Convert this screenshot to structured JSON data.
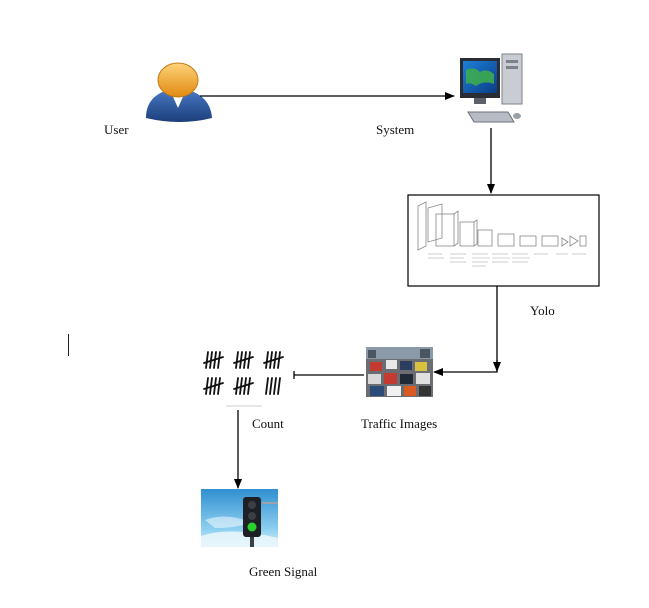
{
  "labels": {
    "user": "User",
    "system": "System",
    "yolo": "Yolo",
    "traffic_images": "Traffic Images",
    "count": "Count",
    "green_signal": "Green Signal"
  },
  "icons": {
    "user": "user-avatar-icon",
    "system": "desktop-computer-icon",
    "yolo": "yolo-network-diagram",
    "traffic": "traffic-jam-photo",
    "count": "tally-marks-icon",
    "signal": "traffic-light-photo"
  },
  "colors": {
    "user_head": "#f0a830",
    "user_body": "#2f5aa0",
    "arrow": "#000000",
    "signal_green": "#2bd12b",
    "sky": "#5fb6e0"
  }
}
